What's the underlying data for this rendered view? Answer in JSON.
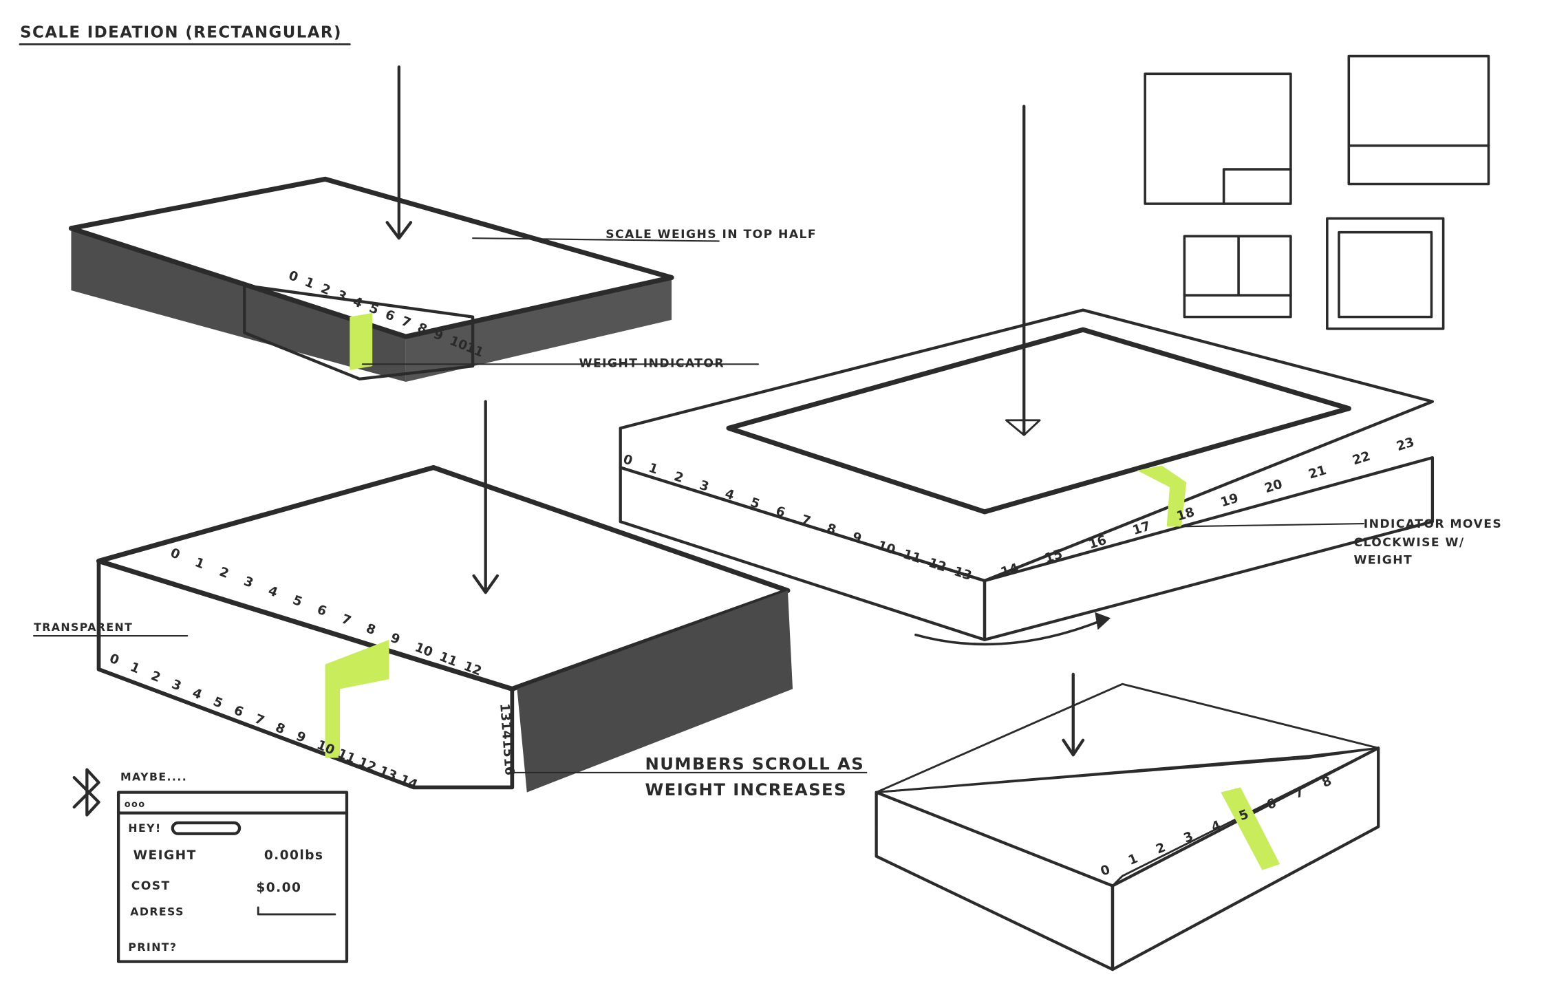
{
  "title": "SCALE IDEATION (RECTANGULAR)",
  "annotations": {
    "top_half": "SCALE WEIGHS IN TOP HALF",
    "weight_indicator": "WEIGHT INDICATOR",
    "transparent": "TRANSPARENT",
    "numbers_scroll_1": "NUMBERS SCROLL AS",
    "numbers_scroll_2": "WEIGHT INCREASES",
    "indicator_moves_1": "INDICATOR MOVES",
    "indicator_moves_2": "CLOCKWISE W/",
    "indicator_moves_3": "WEIGHT"
  },
  "sketch1_numbers": [
    "0",
    "1",
    "2",
    "3",
    "4",
    "5",
    "6",
    "7",
    "8",
    "9",
    "10",
    "11"
  ],
  "sketch2_top_numbers": [
    "0",
    "1",
    "2",
    "3",
    "4",
    "5",
    "6",
    "7",
    "8",
    "9",
    "10",
    "11",
    "12"
  ],
  "sketch2_bottom_numbers": [
    "0",
    "1",
    "2",
    "3",
    "4",
    "5",
    "6",
    "7",
    "8",
    "9",
    "10",
    "11",
    "12",
    "13",
    "14"
  ],
  "sketch2_side_numbers": [
    "13",
    "14",
    "15",
    "16"
  ],
  "sketch3_numbers": [
    "0",
    "1",
    "2",
    "3",
    "4",
    "5",
    "6",
    "7",
    "8",
    "9",
    "10",
    "11",
    "12",
    "13",
    "14",
    "15",
    "16",
    "17",
    "18",
    "19",
    "20",
    "21",
    "22",
    "23"
  ],
  "sketch4_numbers": [
    "0",
    "1",
    "2",
    "3",
    "4",
    "5",
    "6",
    "7",
    "8"
  ],
  "app_mockup": {
    "intro": "MAYBE....",
    "titlebar_dots": "ooo",
    "greeting": "HEY!",
    "weight_label": "WEIGHT",
    "weight_value": "0.00lbs",
    "cost_label": "COST",
    "cost_value": "$0.00",
    "address_label": "ADRESS",
    "print_label": "PRINT?"
  },
  "colors": {
    "indicator": "#c8ec5a",
    "ink": "#2b2b2b",
    "dark_face": "#4a4a4a",
    "light_face": "#d8d8d6"
  }
}
